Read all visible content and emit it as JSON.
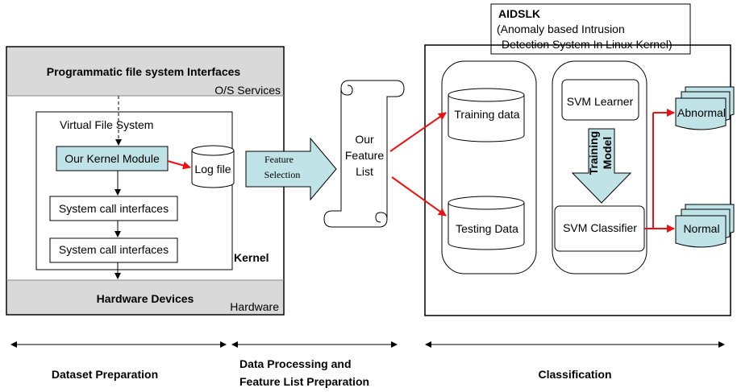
{
  "aidslk": {
    "title": "AIDSLK",
    "subtitle_line1": "(Anomaly based Intrusion",
    "subtitle_line2": "Detection System In Linux Kernel)"
  },
  "left_panel": {
    "interfaces": "Programmatic file system Interfaces",
    "os_services": "O/S Services",
    "vfs": "Virtual File System",
    "kernel_module": "Our Kernel Module",
    "log_file": "Log file",
    "syscall_1": "System call interfaces",
    "syscall_2": "System call interfaces",
    "kernel": "Kernel",
    "hardware_devices": "Hardware Devices",
    "hardware": "Hardware"
  },
  "feature_selection": {
    "line1": "Feature",
    "line2": "Selection"
  },
  "feature_list": {
    "line1": "Our",
    "line2": "Feature",
    "line3": "List"
  },
  "classification": {
    "training_data": "Training data",
    "testing_data": "Testing Data",
    "svm_learner": "SVM Learner",
    "training_model_line1": "Training",
    "training_model_line2": "Model",
    "svm_classifier": "SVM Classifier",
    "abnormal": "Abnormal",
    "normal": "Normal"
  },
  "phases": {
    "dataset": "Dataset Preparation",
    "processing_line1": "Data Processing and",
    "processing_line2": "Feature List Preparation",
    "classification": "Classification"
  },
  "colors": {
    "teal": "#bfe3e6",
    "gray_band": "#d9d9d9",
    "red_arrow": "#ee1111"
  }
}
